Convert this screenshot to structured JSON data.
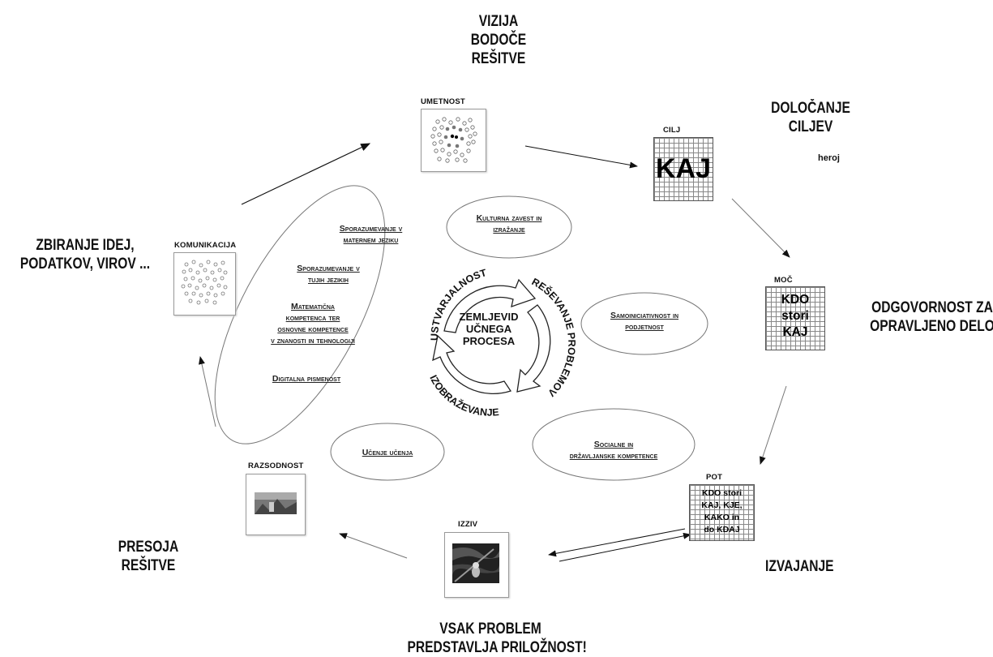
{
  "stages": {
    "vizija": "VIZIJA\nBODOČE\nREŠITVE",
    "dolocanje": "DOLOČANJE\nCILJEV",
    "heroj": "heroj",
    "odgovornost": "ODGOVORNOST ZA\nOPRAVLJENO DELO",
    "izvajanje": "IZVAJANJE",
    "vsak_problem": "VSAK PROBLEM\nPREDSTAVLJA PRILOŽNOST!",
    "presoja": "PRESOJA\nREŠITVE",
    "zbiranje": "ZBIRANJE IDEJ,\nPODATKOV, VIROV ..."
  },
  "nodes": {
    "umetnost": "UMETNOST",
    "cilj": "CILJ",
    "cilj_text": "KAJ",
    "moc": "MOČ",
    "moc_text": "KDO\nstori\nKAJ",
    "pot": "POT",
    "pot_text": "KDO stori\nKAJ, KJE,\nKAKO in\ndo KDAJ",
    "izziv": "IZZIV",
    "razsodnost": "RAZSODNOST",
    "komunikacija": "KOMUNIKACIJA"
  },
  "competences": {
    "kulturna": "Kulturna zavest in\nizražanje",
    "samoiniciativnost": "Samoiniciativnost in\npodjetnost",
    "socialne": "Socialne in\ndržavljanske kompetence",
    "ucenje": "Učenje učenja",
    "materni": "Sporazumevanje v\nmaternem jeziku",
    "tuji": "Sporazumevanje v\ntujih jezikih",
    "matematicna": "Matematična\nkompetenca ter\nosnovne kompetence\nv znanosti in tehnologiji",
    "digitalna": "Digitalna pismenost"
  },
  "center": {
    "title": "ZEMLJEVID\nUČNEGA\nPROCESA",
    "ring_top": "USTVARJALNOST",
    "ring_right": "REŠEVANJE PROBLEMOV",
    "ring_bottom": "IZOBRAŽEVANJE"
  }
}
